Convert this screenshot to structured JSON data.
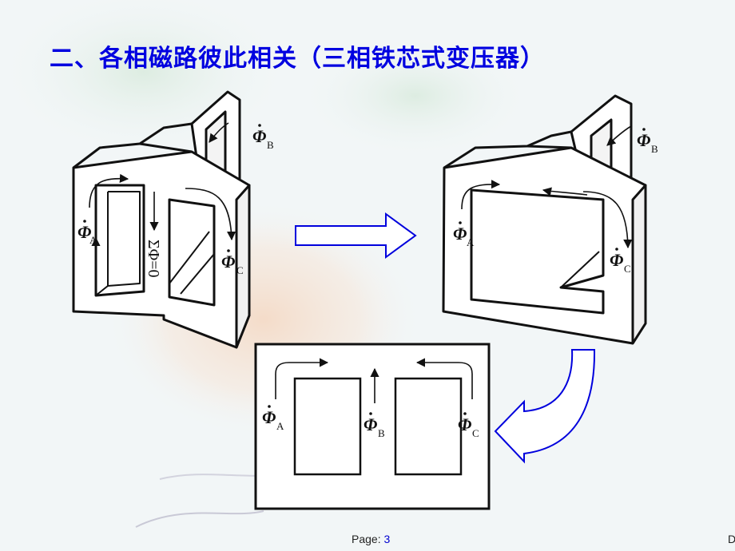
{
  "slide": {
    "title": "二、各相磁路彼此相关（三相铁芯式变压器）",
    "page_label": "Page:",
    "page_number": "3",
    "corner_text": "D"
  },
  "figure": {
    "phi_symbol": "Φ",
    "phase_a": "A",
    "phase_b": "B",
    "phase_c": "C",
    "sum_label": "ΣΦ=0"
  },
  "colors": {
    "title": "#0000e0",
    "arrow_outline": "#0000dd",
    "line": "#111111",
    "page_number": "#0000d0"
  }
}
